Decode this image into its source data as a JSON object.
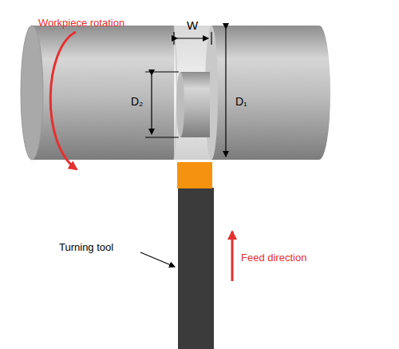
{
  "diagram": {
    "labels": [
      "Workpiece rotation",
      "W",
      "D₂",
      "D₁",
      "Turning tool",
      "Feed direction"
    ]
  }
}
